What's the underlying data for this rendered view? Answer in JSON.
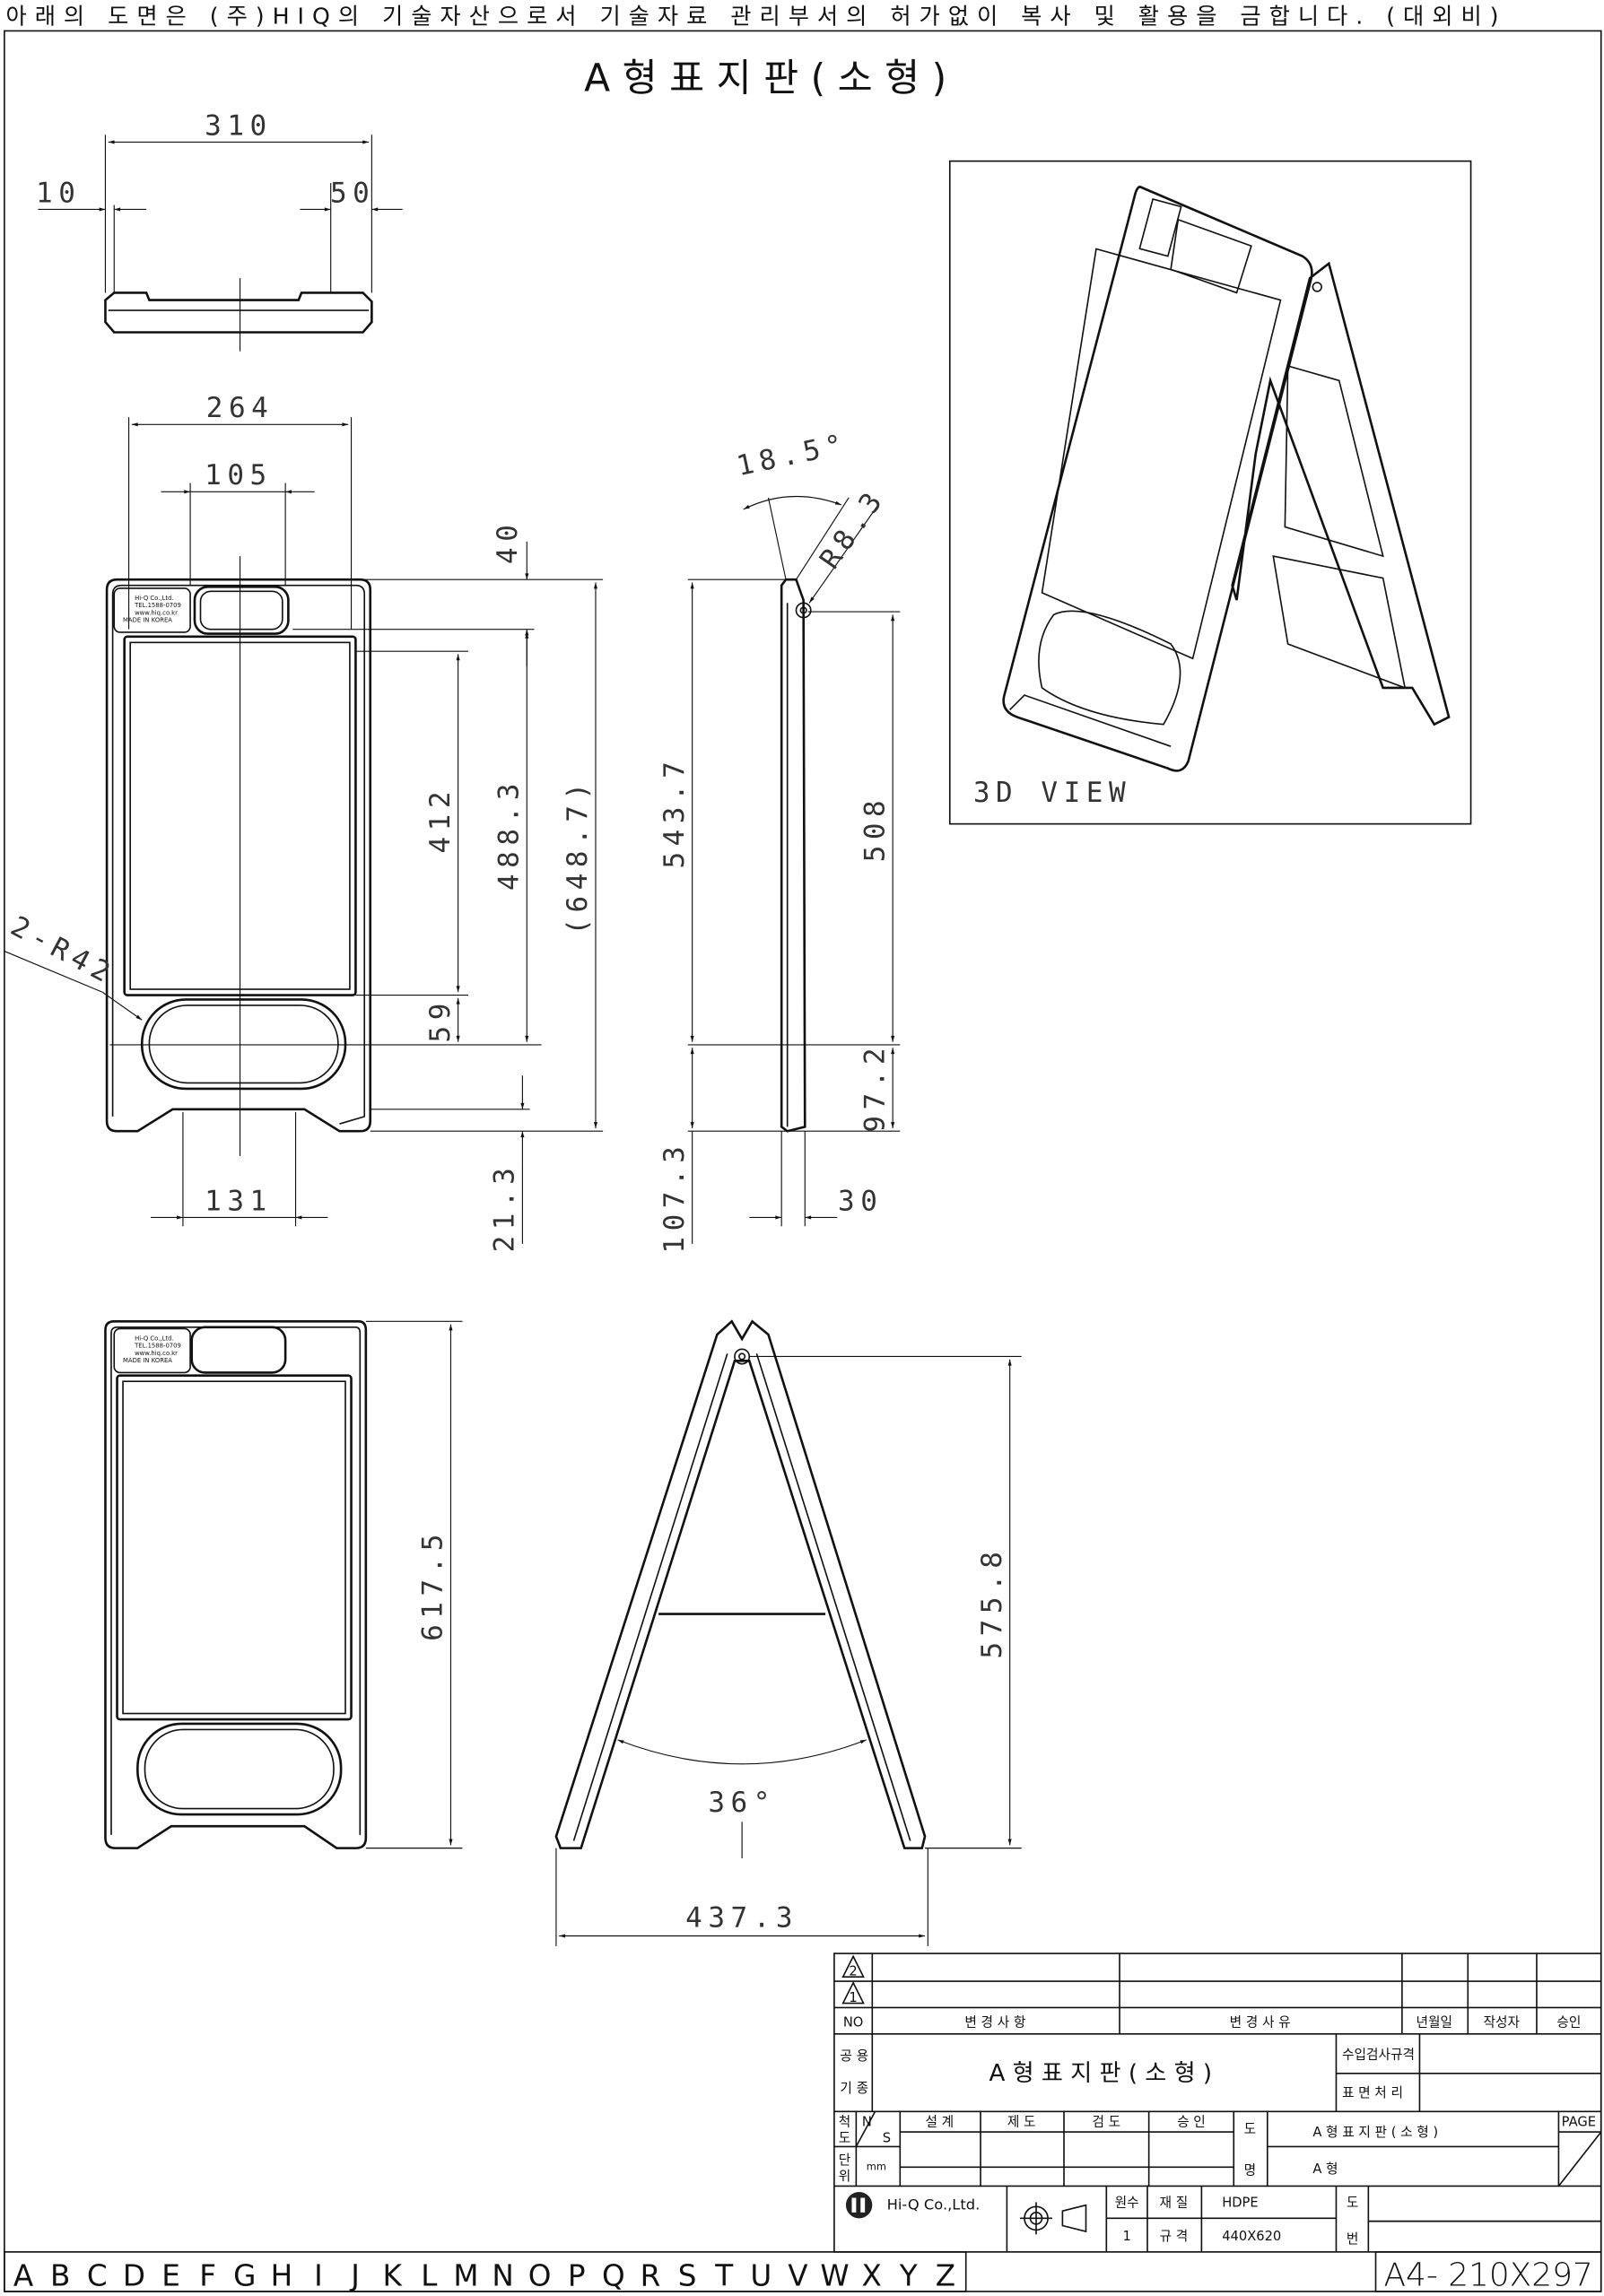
{
  "notice": "아래의 도면은 (주)HIQ의 기술자산으로서 기술자료 관리부서의 허가없이 복사 및 활용을 금합니다. (대외비)",
  "title": "A 형 표 지 판 ( 소 형 )",
  "plate_label": [
    "Hi-Q Co.,Ltd.",
    "TEL.1588-0709",
    "www.hiq.co.kr",
    "MADE IN KOREA"
  ],
  "dims": {
    "top_width": "310",
    "top_left": "10",
    "top_right": "50",
    "front_width": "264",
    "handle_width": "105",
    "handle_height": "40",
    "panel_height": "412",
    "d488": "488.3",
    "overall": "(648.7)",
    "d59": "59",
    "d21": "21.3",
    "foot_gap": "131",
    "radius_note": "2-R42",
    "side_angle": "18.5°",
    "side_radius": "R8.3",
    "side_h1": "543.7",
    "side_h2": "107.3",
    "side_508": "508",
    "side_97": "97.2",
    "side_thk": "30",
    "rear_height": "617.5",
    "stand_height": "575.8",
    "stand_width": "437.3",
    "stand_angle": "36°"
  },
  "view3d_label": "3D VIEW",
  "title_block": {
    "rev": [
      "2",
      "1"
    ],
    "header": {
      "no": "NO",
      "change": "변 경 사 항",
      "reason": "변 경 사 유",
      "date": "년월일",
      "author": "작성자",
      "approve": "승인"
    },
    "common_label": [
      "공 용",
      "기 종"
    ],
    "main_title": "A 형 표 지 판 ( 소 형 )",
    "inspection": "수입검사규격",
    "surface": "표 면 처 리",
    "scale_label": [
      "척",
      "도"
    ],
    "ns": [
      "N",
      "S"
    ],
    "roles": [
      "설 계",
      "제 도",
      "검 도",
      "승 인"
    ],
    "unit_label": [
      "단",
      "위"
    ],
    "unit": "mm",
    "drawing_name_label": [
      "도",
      "명"
    ],
    "drawing_name": "A 형 표 지 판 ( 소 형 )",
    "drawing_sub": "A 형",
    "page": "PAGE",
    "company": "Hi-Q Co.,Ltd.",
    "qty_label": "원수",
    "qty": "1",
    "material_label": "재 질",
    "material": "HDPE",
    "spec_label": "규 격",
    "spec": "440X620",
    "drawing_no_label": [
      "도",
      "번"
    ]
  },
  "grid_letters": [
    "A",
    "B",
    "C",
    "D",
    "E",
    "F",
    "G",
    "H",
    "I",
    "J",
    "K",
    "L",
    "M",
    "N",
    "O",
    "P",
    "Q",
    "R",
    "S",
    "T",
    "U",
    "V",
    "W",
    "X",
    "Y",
    "Z"
  ],
  "sheet_size": "A4- 210X297"
}
